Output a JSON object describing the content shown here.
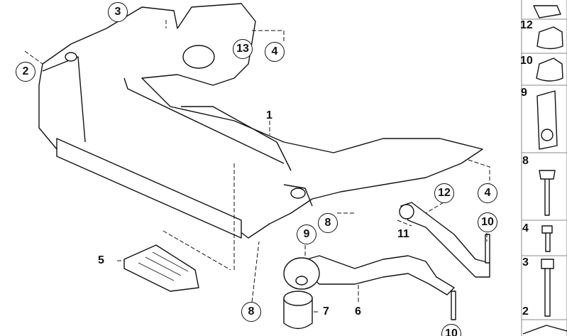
{
  "callouts": {
    "c3": "3",
    "c2": "2",
    "c13": "13",
    "c4a": "4",
    "p1": "1",
    "c4b": "4",
    "c12": "12",
    "c8a": "8",
    "p11": "11",
    "c9": "9",
    "c10a": "10",
    "p5": "5",
    "c8b": "8",
    "p7": "7",
    "p6": "6",
    "c10b": "10"
  },
  "side_panel": [
    "12",
    "10",
    "9",
    "8",
    "4",
    "3",
    "2"
  ]
}
